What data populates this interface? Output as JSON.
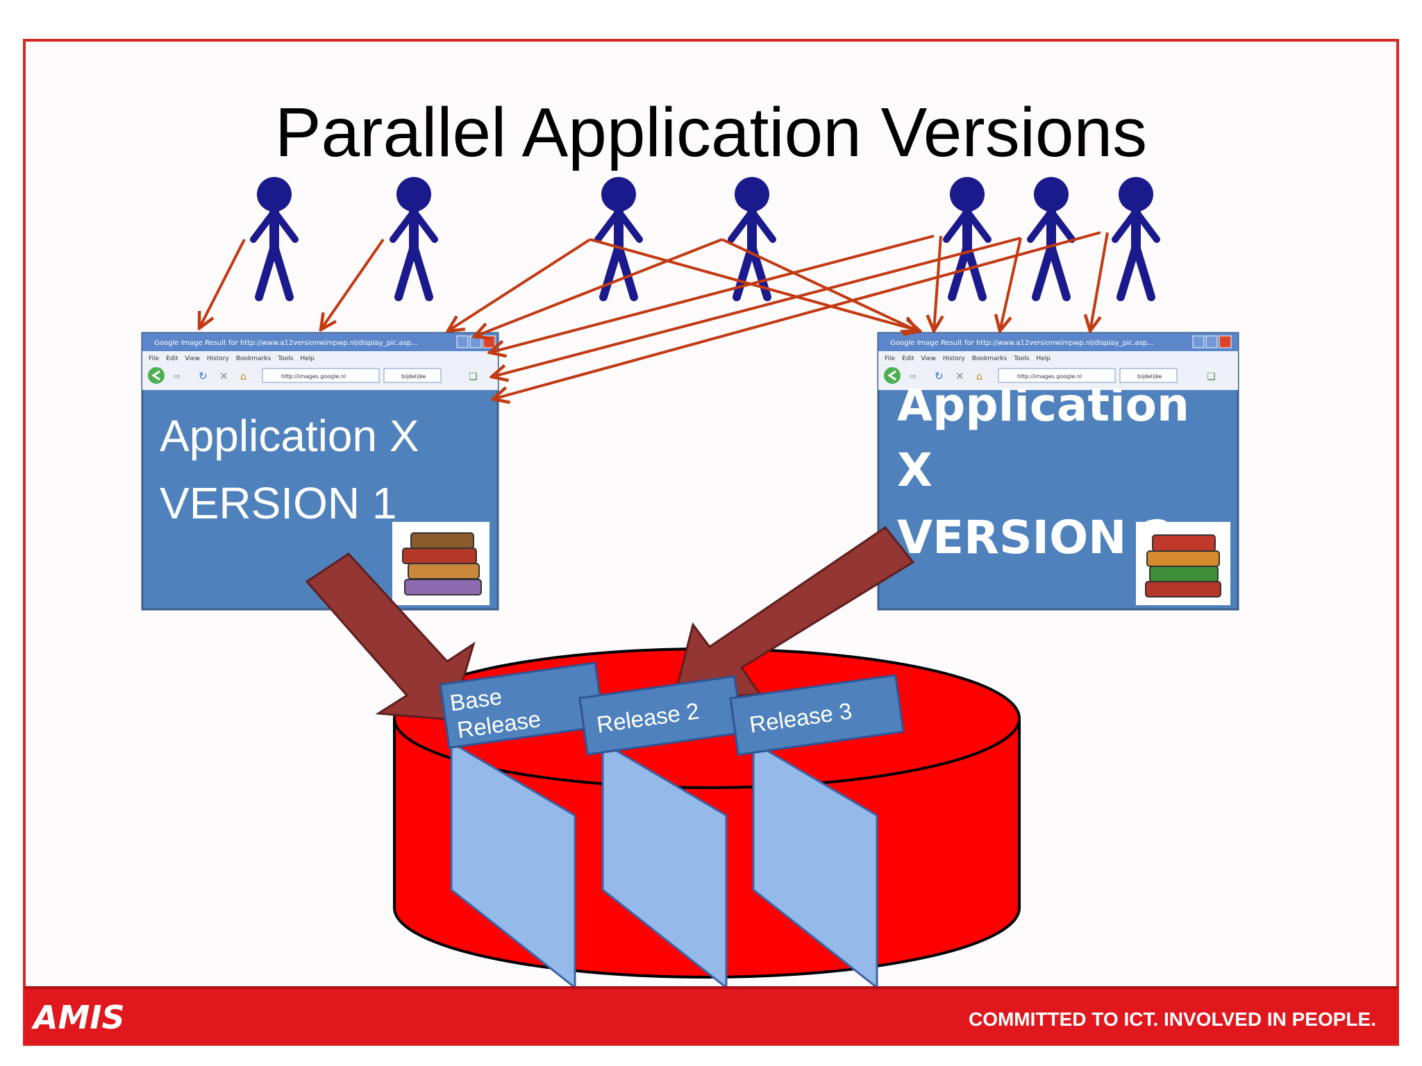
{
  "slide": {
    "title": "Parallel Application Versions",
    "footer_tagline": "COMMITTED TO ICT.  INVOLVED IN PEOPLE.",
    "logo_text": "AMIS",
    "colors": {
      "frame": "#d62a24",
      "footer_bar": "#e0171d",
      "person": "#1a1a8c",
      "connector": "#c23a12",
      "app_box": "#4f81bd",
      "database": "#ff0000",
      "edition_panel": "#95b9e8",
      "big_arrow": "#943634"
    }
  },
  "browser": {
    "title_text": "Google Image Result for http://www.a12versionwimpwp.nl/display_pic.asp...",
    "menu_items": [
      "File",
      "Edit",
      "View",
      "History",
      "Bookmarks",
      "Tools",
      "Help"
    ],
    "url": "http://images.google.nl",
    "search": "bijdelijke"
  },
  "app_v1": {
    "line1": "Application X",
    "line2": "VERSION 1",
    "icon": "books-icon"
  },
  "app_v2": {
    "line1": "Application",
    "line2": "X",
    "line3": "VERSION 2",
    "icon": "books-icon"
  },
  "editions": {
    "base_line1": "Base",
    "base_line2": "Release",
    "release2": "Release 2",
    "release3": "Release 3"
  }
}
